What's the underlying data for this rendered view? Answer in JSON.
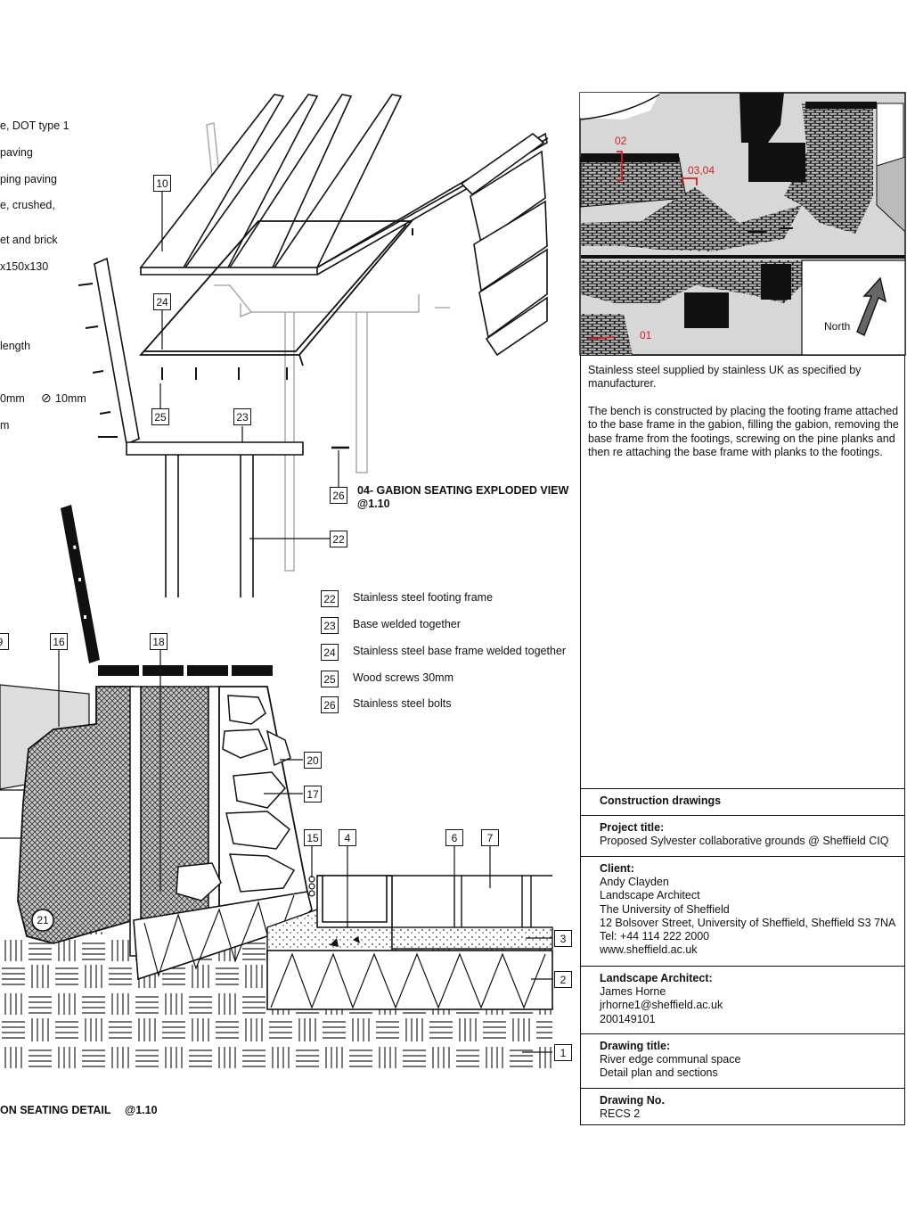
{
  "left_spec_fragments": [
    "e, DOT type 1",
    " paving",
    "ping paving",
    "e, crushed,",
    "et and brick",
    "x150x130",
    "length",
    "0mm",
    "10mm",
    "m"
  ],
  "diameter_symbol": "⊘",
  "exploded_view": {
    "title": "04- GABION SEATING EXPLODED VIEW",
    "scale": "@1.10",
    "tags": [
      "10",
      "24",
      "25",
      "23",
      "26",
      "22"
    ]
  },
  "legend": [
    {
      "num": "22",
      "text": "Stainless steel footing frame"
    },
    {
      "num": "23",
      "text": "Base welded together"
    },
    {
      "num": "24",
      "text": "Stainless steel base frame welded together"
    },
    {
      "num": "25",
      "text": "Wood screws 30mm"
    },
    {
      "num": "26",
      "text": "Stainless steel bolts"
    }
  ],
  "section_detail": {
    "title": "ON SEATING DETAIL",
    "scale": "@1.10",
    "tags": [
      "9",
      "16",
      "18",
      "20",
      "17",
      "15",
      "4",
      "6",
      "7",
      "3",
      "2",
      "1",
      "21"
    ]
  },
  "plan": {
    "markers": [
      "02",
      "03,04",
      "01"
    ],
    "north_label": "North",
    "marker_color": "#d42020"
  },
  "notes": [
    "Stainless steel supplied by stainless UK as specified by manufacturer.",
    "The bench is constructed by placing the footing frame attached to the base frame in the gabion, filling the gabion, removing the base frame from the footings, screwing on the pine planks and then re attaching the base frame with planks to the footings."
  ],
  "title_block": {
    "construction": "Construction drawings",
    "project_heading": "Project title:",
    "project_value": "Proposed Sylvester collaborative grounds @ Sheffield CIQ",
    "client_heading": "Client:",
    "client_lines": [
      "Andy Clayden",
      "Landscape Architect",
      "The University of Sheffield",
      "12 Bolsover Street, University of Sheffield, Sheffield S3 7NA",
      "Tel: +44 114 222 2000",
      "www.sheffield.ac.uk"
    ],
    "architect_heading": "Landscape Architect:",
    "architect_lines": [
      "James Horne",
      "jrhorne1@sheffield.ac.uk",
      "200149101"
    ],
    "drawing_title_heading": "Drawing title:",
    "drawing_title_lines": [
      "River edge communal space",
      "Detail plan and sections"
    ],
    "drawing_no_heading": "Drawing No.",
    "drawing_no_value": "RECS 2"
  }
}
